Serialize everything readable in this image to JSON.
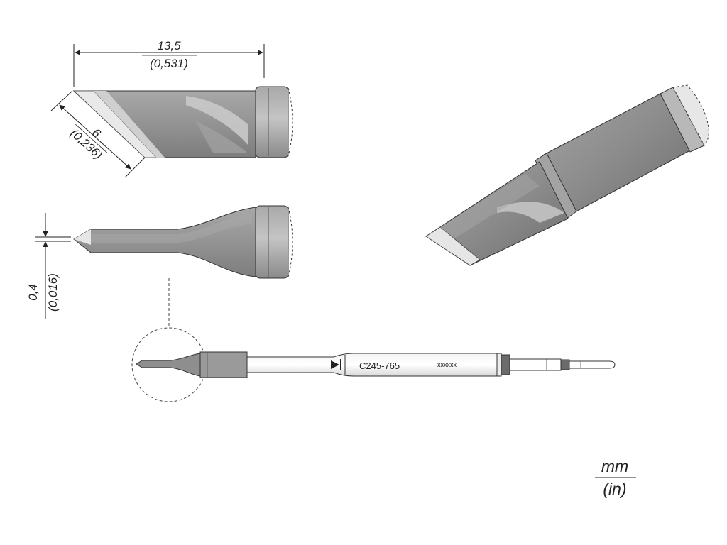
{
  "dimensions": {
    "length_mm": "13,5",
    "length_in": "(0,531)",
    "blade_mm": "6",
    "blade_in": "(0,236)",
    "thickness_mm": "0,4",
    "thickness_in": "(0,016)"
  },
  "cartridge": {
    "model": "C245-765",
    "serial": "xxxxxx"
  },
  "units": {
    "primary": "mm",
    "secondary": "(in)"
  },
  "colors": {
    "body": "#8e8e8e",
    "body_light": "#b9b9b9",
    "body_dark": "#6b6b6b",
    "outline": "#333333",
    "dimension_line": "#222222"
  }
}
